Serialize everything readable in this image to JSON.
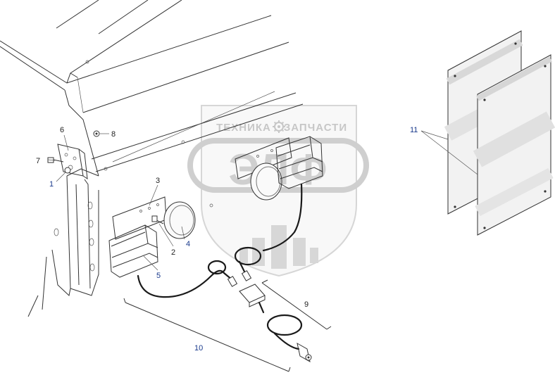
{
  "watermark": {
    "brand_left": "ТЕХНИКА",
    "brand_right": "ЗАПЧАСТИ",
    "logo": "ЭЛФ",
    "color": "#9a9a9a"
  },
  "callouts": [
    {
      "id": "1",
      "label": "1",
      "color": "blue"
    },
    {
      "id": "2",
      "label": "2",
      "color": "dark"
    },
    {
      "id": "3",
      "label": "3",
      "color": "dark"
    },
    {
      "id": "4",
      "label": "4",
      "color": "blue"
    },
    {
      "id": "5",
      "label": "5",
      "color": "blue"
    },
    {
      "id": "6",
      "label": "6",
      "color": "dark"
    },
    {
      "id": "7",
      "label": "7",
      "color": "dark"
    },
    {
      "id": "8",
      "label": "8",
      "color": "dark"
    },
    {
      "id": "9",
      "label": "9",
      "color": "dark"
    },
    {
      "id": "10",
      "label": "10",
      "color": "blue"
    },
    {
      "id": "11",
      "label": "11",
      "color": "blue"
    }
  ],
  "colors": {
    "line": "#333333",
    "label_blue": "#1a3a8c",
    "label_dark": "#222222",
    "panel_fill": "#f2f2f2"
  }
}
